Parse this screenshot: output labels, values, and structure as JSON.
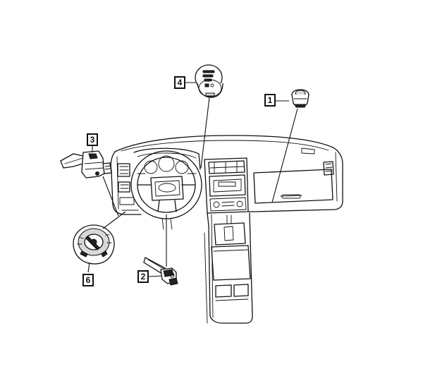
{
  "callouts": [
    {
      "id": "1",
      "label": "1",
      "part": "push-button-switch"
    },
    {
      "id": "2",
      "label": "2",
      "part": "steering-column-sensor"
    },
    {
      "id": "3",
      "label": "3",
      "part": "multifunction-stalk-switch"
    },
    {
      "id": "4",
      "label": "4",
      "part": "ignition-push-button"
    },
    {
      "id": "6",
      "label": "6",
      "part": "headlamp-switch"
    }
  ],
  "colors": {
    "line": "#111111",
    "background": "#ffffff"
  }
}
